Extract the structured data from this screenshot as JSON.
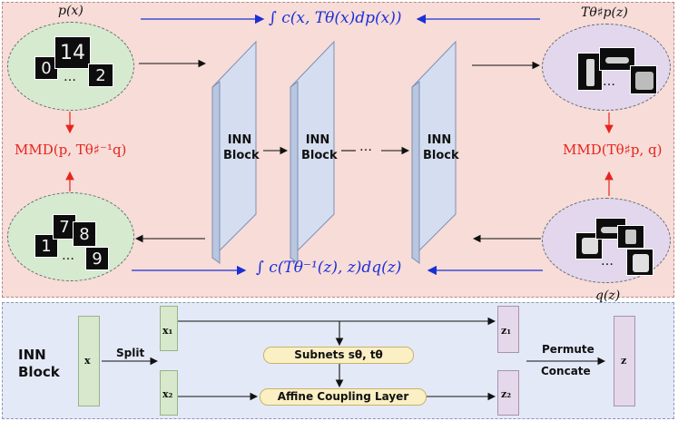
{
  "top": {
    "p_x": "p(x)",
    "T_p_z": "Tθ♯p(z)",
    "q_z": "q(z)",
    "mmd_left": "MMD(p, Tθ♯⁻¹q)",
    "mmd_right": "MMD(Tθ♯p, q)",
    "integral_top": "∫ c(x, Tθ(x)dp(x))",
    "integral_bottom": "∫ c(Tθ⁻¹(z), z)dq(z)",
    "ellipsis": "…",
    "inn_blocks": [
      {
        "line1": "INN",
        "line2": "Block"
      },
      {
        "line1": "INN",
        "line2": "Block"
      },
      {
        "line1": "INN",
        "line2": "Block"
      }
    ],
    "digits_top": [
      "0",
      "14",
      "2"
    ],
    "digits_bottom": [
      "1",
      "7",
      "8",
      "9"
    ]
  },
  "bottom": {
    "title_line1": "INN",
    "title_line2": "Block",
    "x": "x",
    "x1": "x₁",
    "x2": "x₂",
    "z1": "z₁",
    "z2": "z₂",
    "z": "z",
    "split": "Split",
    "subnets": "Subnets sθ, tθ",
    "affine": "Affine Coupling Layer",
    "permute": "Permute",
    "concate": "Concate"
  },
  "colors": {
    "blue_arrow": "#1c2fd6",
    "red_arrow": "#e8241c",
    "top_bg": "#f7dcd8",
    "bottom_bg": "#e4e9f7"
  }
}
